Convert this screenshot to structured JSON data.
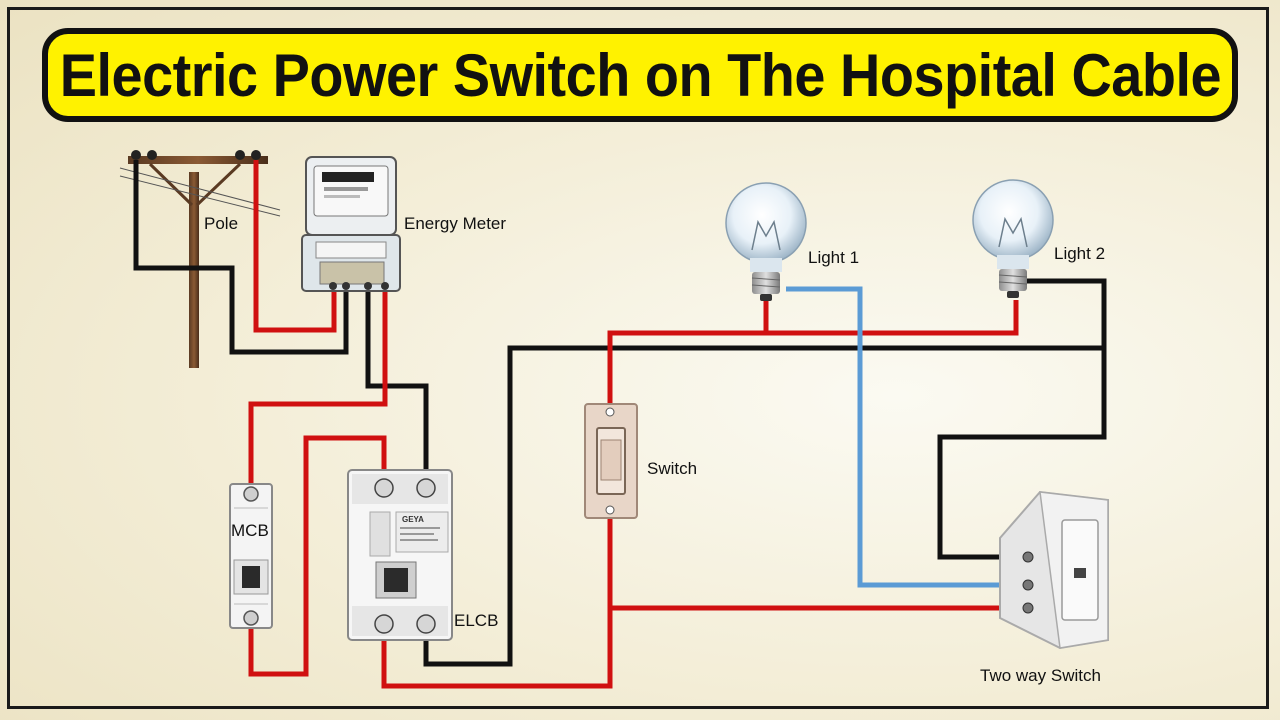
{
  "title": "Electric Power Switch on The Hospital Cable",
  "labels": {
    "pole": "Pole",
    "energy_meter": "Energy Meter",
    "light1": "Light 1",
    "light2": "Light 2",
    "switch": "Switch",
    "mcb": "MCB",
    "elcb": "ELCB",
    "two_way_switch": "Two way Switch"
  },
  "device_text": {
    "elcb_brand": "GEYA"
  },
  "colors": {
    "phase_wire": "#d01010",
    "neutral_wire": "#111111",
    "traveller_wire": "#5b9bd5",
    "title_background": "#fff200"
  }
}
